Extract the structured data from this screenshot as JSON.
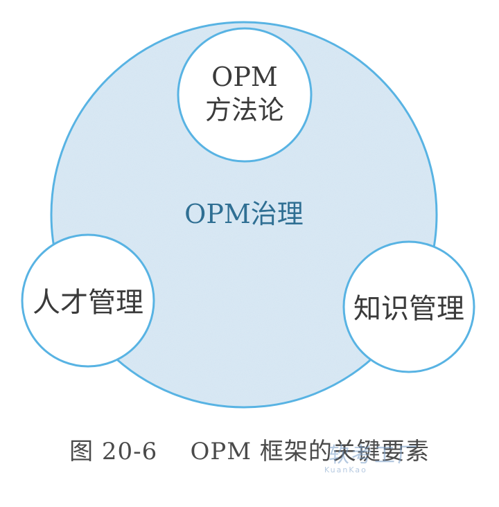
{
  "diagram": {
    "center_label": "OPM治理",
    "top_node": {
      "line1": "OPM",
      "line2": "方法论"
    },
    "left_node": {
      "label": "人才管理"
    },
    "right_node": {
      "label": "知识管理"
    }
  },
  "caption": {
    "figure_number": "图 20-6",
    "title": "OPM 框架的关键要素"
  },
  "watermark": {
    "main": "软考工厂",
    "sub": "KuanKao"
  },
  "colors": {
    "big_circle_fill": "#dbe9f4",
    "circle_stroke": "#58b3e3",
    "small_circle_fill": "#ffffff",
    "node_text": "#3a3a3a",
    "center_text": "#2f6f93"
  }
}
